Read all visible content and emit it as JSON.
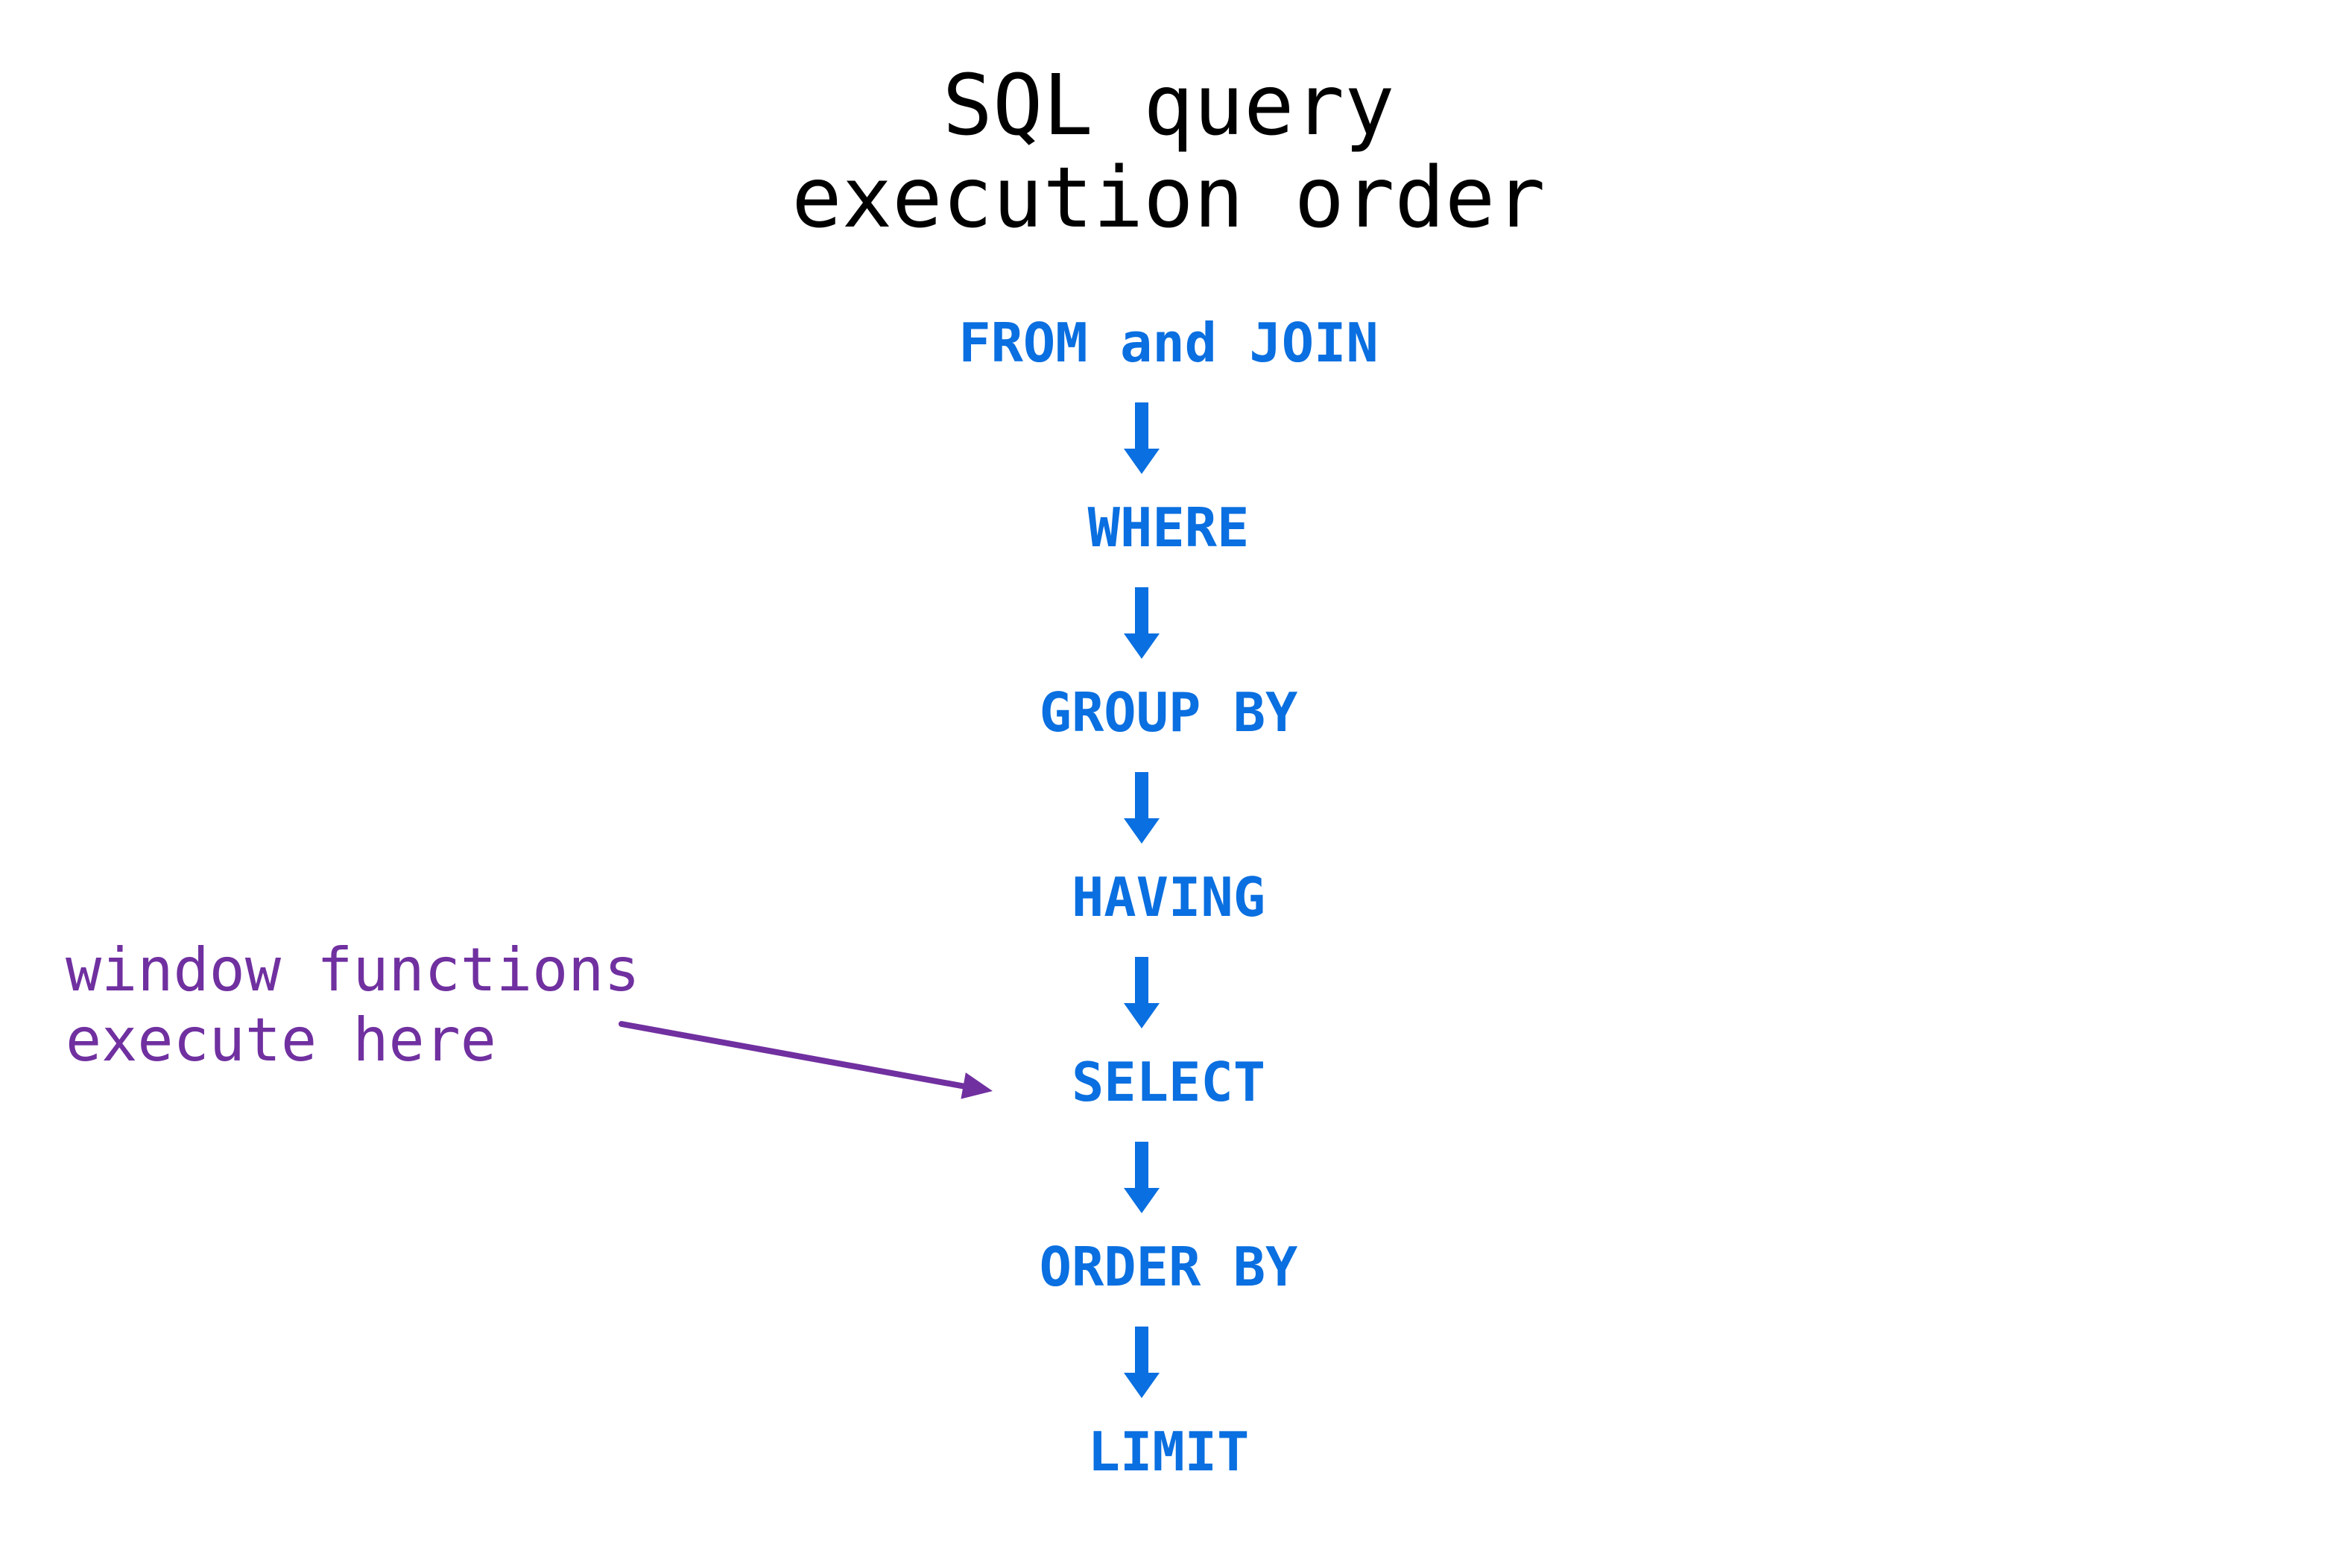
{
  "title": {
    "line1": "SQL query",
    "line2": "execution order"
  },
  "steps": [
    "FROM and JOIN",
    "WHERE",
    "GROUP BY",
    "HAVING",
    "SELECT",
    "ORDER BY",
    "LIMIT"
  ],
  "annotation": {
    "line1": "window functions",
    "line2": "execute here",
    "points_to": "SELECT"
  },
  "colors": {
    "title": "#000000",
    "step": "#0a6fe0",
    "annotation": "#7030a0"
  }
}
